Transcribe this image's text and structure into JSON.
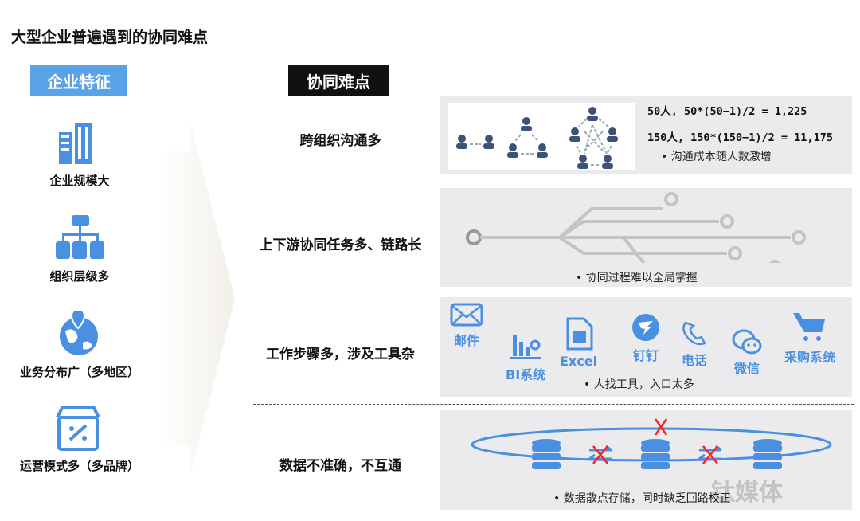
{
  "title": "大型企业普遍遇到的协同难点",
  "left_header": "企业特征",
  "right_header": "协同难点",
  "features": [
    {
      "label": "企业规模大",
      "icon": "building-icon"
    },
    {
      "label": "组织层级多",
      "icon": "org-chart-icon"
    },
    {
      "label": "业务分布广（多地区）",
      "icon": "globe-pin-icon"
    },
    {
      "label": "运营模式多（多品牌）",
      "icon": "store-icon"
    }
  ],
  "rows": [
    {
      "label": "跨组织沟通多",
      "formula1": "50人, 50*(50−1)/2 = 1,225",
      "formula2": "150人, 150*(150−1)/2 = 11,175",
      "bullet": "沟通成本随人数激增"
    },
    {
      "label": "上下游协同任务多、链路长",
      "bullet": "协同过程难以全局掌握"
    },
    {
      "label": "工作步骤多，涉及工具杂",
      "bullet": "人找工具，入口太多",
      "tools": [
        "邮件",
        "BI系统",
        "Excel",
        "钉钉",
        "电话",
        "微信",
        "采购系统"
      ]
    },
    {
      "label": "数据不准确，不互通",
      "bullet": "数据散点存储，同时缺乏回路校正"
    }
  ],
  "watermark": "钛媒体",
  "colors": {
    "accent": "#4a90e2",
    "header_left": "#5ba3e8",
    "header_right": "#111111",
    "cross": "#ff2020"
  }
}
